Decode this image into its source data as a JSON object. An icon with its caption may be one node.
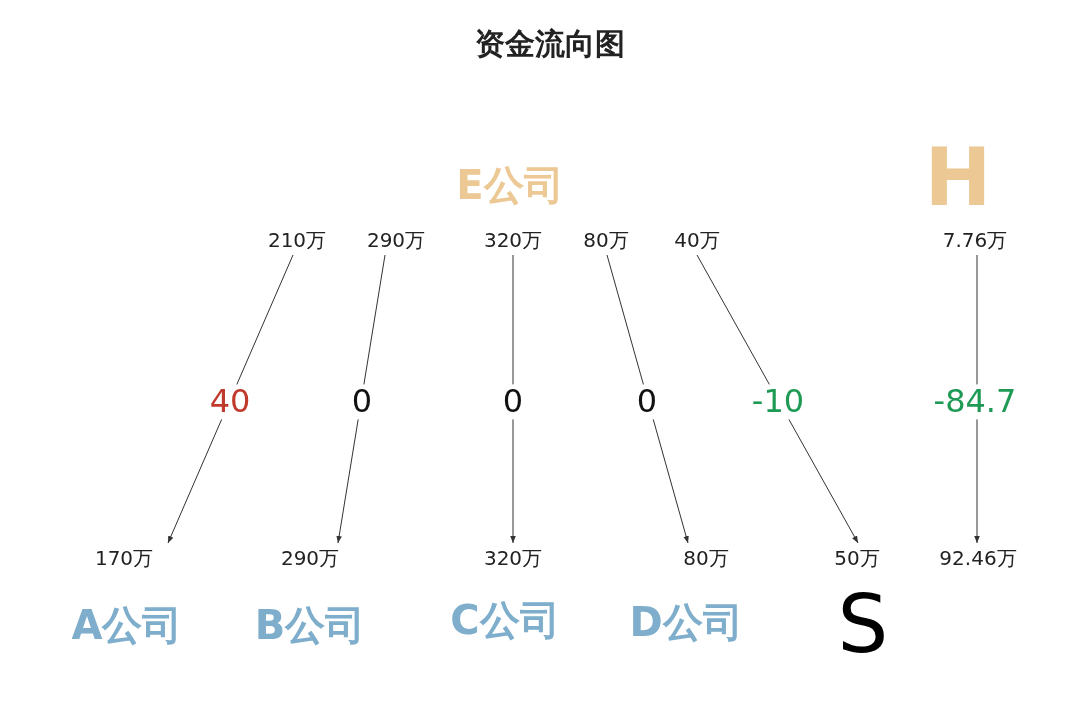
{
  "diagram": {
    "title": "资金流向图",
    "nodes": [
      {
        "text": [
          "210万"
        ]
      },
      {
        "text": [
          "290万"
        ]
      },
      {
        "text": [
          "320万"
        ]
      },
      {
        "text": [
          "80万"
        ]
      },
      {
        "text": [
          "40万"
        ]
      },
      {
        "text": [
          "7.76万"
        ]
      },
      {
        "text": [
          "170万"
        ]
      },
      {
        "text": [
          "290万"
        ]
      },
      {
        "text": [
          "320万"
        ]
      },
      {
        "text": [
          "80万"
        ]
      },
      {
        "text": [
          "50万"
        ]
      },
      {
        "text": [
          "92.46万"
        ]
      }
    ],
    "edges": [
      {
        "from": 0,
        "to": 6,
        "arrow": "to",
        "label": "40"
      },
      {
        "from": 1,
        "to": 7,
        "arrow": "to",
        "label": "0"
      },
      {
        "from": 2,
        "to": 8,
        "arrow": "to",
        "label": "0"
      },
      {
        "from": 3,
        "to": 9,
        "arrow": "to",
        "label": "0"
      },
      {
        "from": 4,
        "to": 10,
        "arrow": "to",
        "label": "-10"
      },
      {
        "from": 5,
        "to": 11,
        "arrow": "to",
        "label": "-84.7"
      }
    ],
    "labels": [
      "E公司",
      "H",
      "A公司",
      "B公司",
      "C公司",
      "D公司",
      "S"
    ]
  }
}
